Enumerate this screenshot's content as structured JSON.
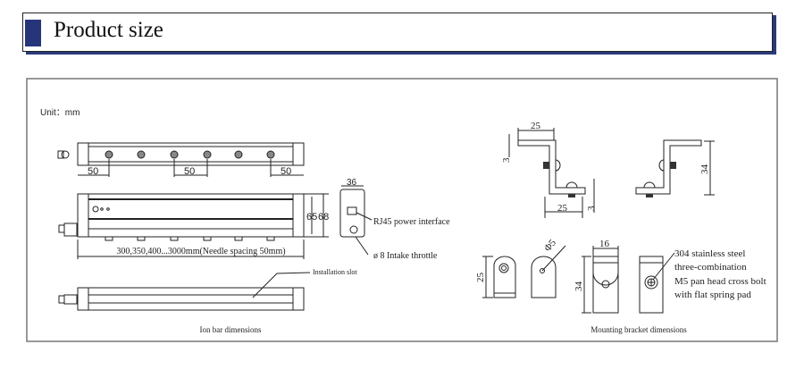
{
  "header": {
    "title": "Product size",
    "accent_color": "#26357a"
  },
  "ion_bar": {
    "unit_label": "Unit：mm",
    "dim_spacing": [
      "50",
      "50",
      "50"
    ],
    "dim_height_inner": "65",
    "dim_height_outer": "68",
    "dim_length": "300,350,400...3000mm(Needle spacing 50mm)",
    "dim_width": "36",
    "rj45_label": "RJ45 power interface",
    "intake_label": "ø 8 Intake throttle",
    "slot_label": "Installation slot",
    "caption": "Ion bar dimensions"
  },
  "bracket": {
    "dim_top": "25",
    "dim_top_thick": "3",
    "dim_bottom": "25",
    "dim_bottom_thick": "3",
    "dim_height": "34",
    "dim_hole": "Φ5",
    "dim_width": "16",
    "dim_side_height": "25",
    "dim_front_height": "34",
    "bolt_note": [
      "304 stainless steel",
      "three-combination",
      "M5 pan head cross bolt",
      "with flat spring pad"
    ],
    "caption": "Mounting bracket dimensions"
  }
}
